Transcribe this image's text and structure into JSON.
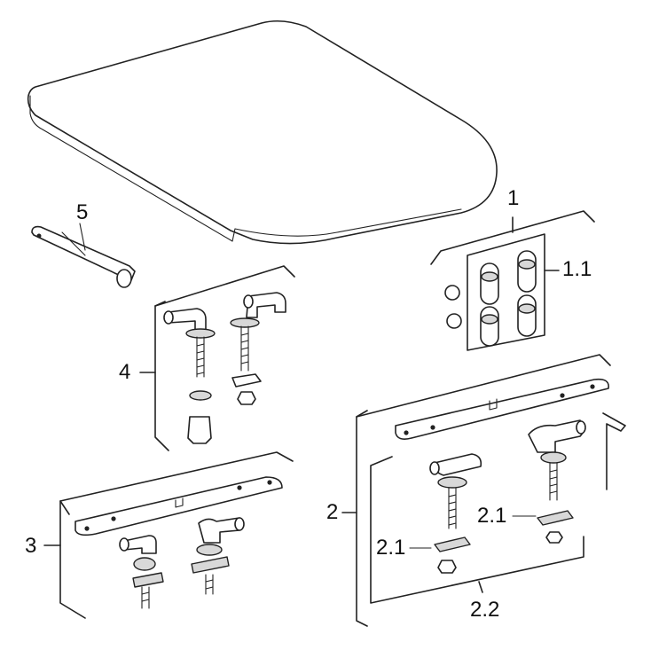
{
  "labels": {
    "p1": "1",
    "p1_1": "1.1",
    "p2": "2",
    "p2_1_a": "2.1",
    "p2_1_b": "2.1",
    "p2_2": "2.2",
    "p3": "3",
    "p4": "4",
    "p5": "5"
  }
}
